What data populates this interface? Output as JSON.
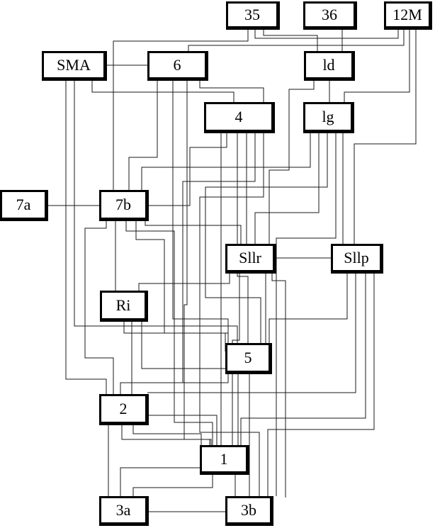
{
  "nodes": {
    "n35": "35",
    "n36": "36",
    "n12m": "12M",
    "sma": "SMA",
    "n6": "6",
    "ld": "ld",
    "n4": "4",
    "lg": "lg",
    "n7a": "7a",
    "n7b": "7b",
    "sllr": "Sllr",
    "sllp": "Sllp",
    "ri": "Ri",
    "n5": "5",
    "n2": "2",
    "n1": "1",
    "n3a": "3a",
    "n3b": "3b"
  },
  "colors": {
    "line": "#000000",
    "background": "#ffffff"
  }
}
